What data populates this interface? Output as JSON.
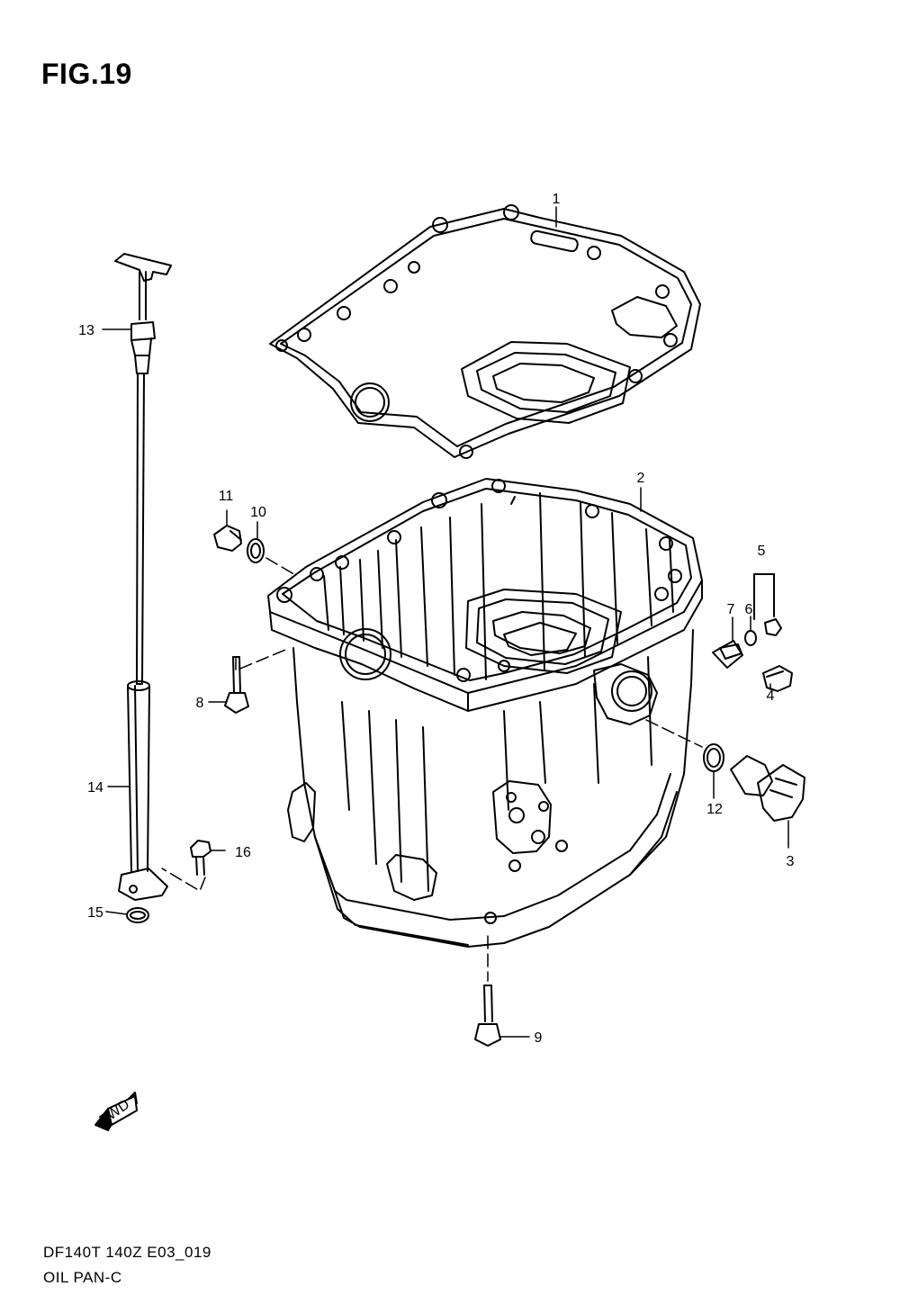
{
  "figure": {
    "title": "FIG.19",
    "code": "DF140T 140Z E03_019",
    "caption": "OIL PAN-C"
  },
  "fwd_label": "FWD",
  "callouts": [
    {
      "id": "c1",
      "label": "1"
    },
    {
      "id": "c2",
      "label": "2"
    },
    {
      "id": "c3",
      "label": "3"
    },
    {
      "id": "c4",
      "label": "4"
    },
    {
      "id": "c5",
      "label": "5"
    },
    {
      "id": "c6",
      "label": "6"
    },
    {
      "id": "c7",
      "label": "7"
    },
    {
      "id": "c8",
      "label": "8"
    },
    {
      "id": "c9",
      "label": "9"
    },
    {
      "id": "c10",
      "label": "10"
    },
    {
      "id": "c11",
      "label": "11"
    },
    {
      "id": "c12",
      "label": "12"
    },
    {
      "id": "c13",
      "label": "13"
    },
    {
      "id": "c14",
      "label": "14"
    },
    {
      "id": "c15",
      "label": "15"
    },
    {
      "id": "c16",
      "label": "16"
    }
  ]
}
